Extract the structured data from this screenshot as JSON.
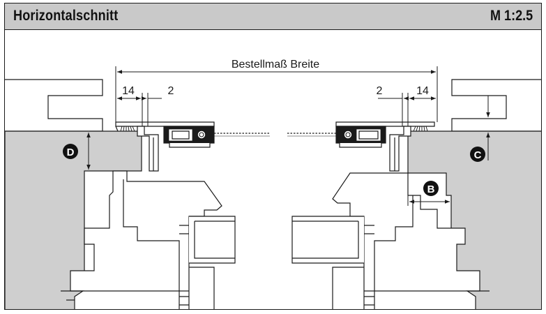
{
  "header": {
    "title": "Horizontalschnitt",
    "scale": "M 1:2.5"
  },
  "dimensions": {
    "width_label": "Bestellmaß Breite",
    "left_outer": "14",
    "left_inner": "2",
    "right_inner": "2",
    "right_outer": "14"
  },
  "markers": {
    "b": "B",
    "c": "C",
    "d": "D"
  },
  "colors": {
    "wall_fill": "#cfcfcf",
    "header_fill": "#c9c9c9",
    "line": "#1a1a1a"
  }
}
